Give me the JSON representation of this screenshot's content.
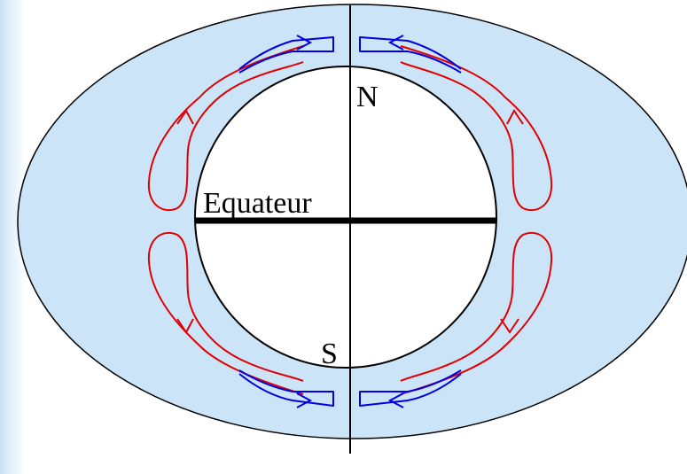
{
  "diagram": {
    "labels": {
      "north": "N",
      "south": "S",
      "equator": "Equateur"
    },
    "colors": {
      "background": "#ffffff",
      "envelope_fill": "#cce4f7",
      "outline": "#000000",
      "loop_outer": "#e00000",
      "loop_inner": "#0000e0"
    }
  }
}
